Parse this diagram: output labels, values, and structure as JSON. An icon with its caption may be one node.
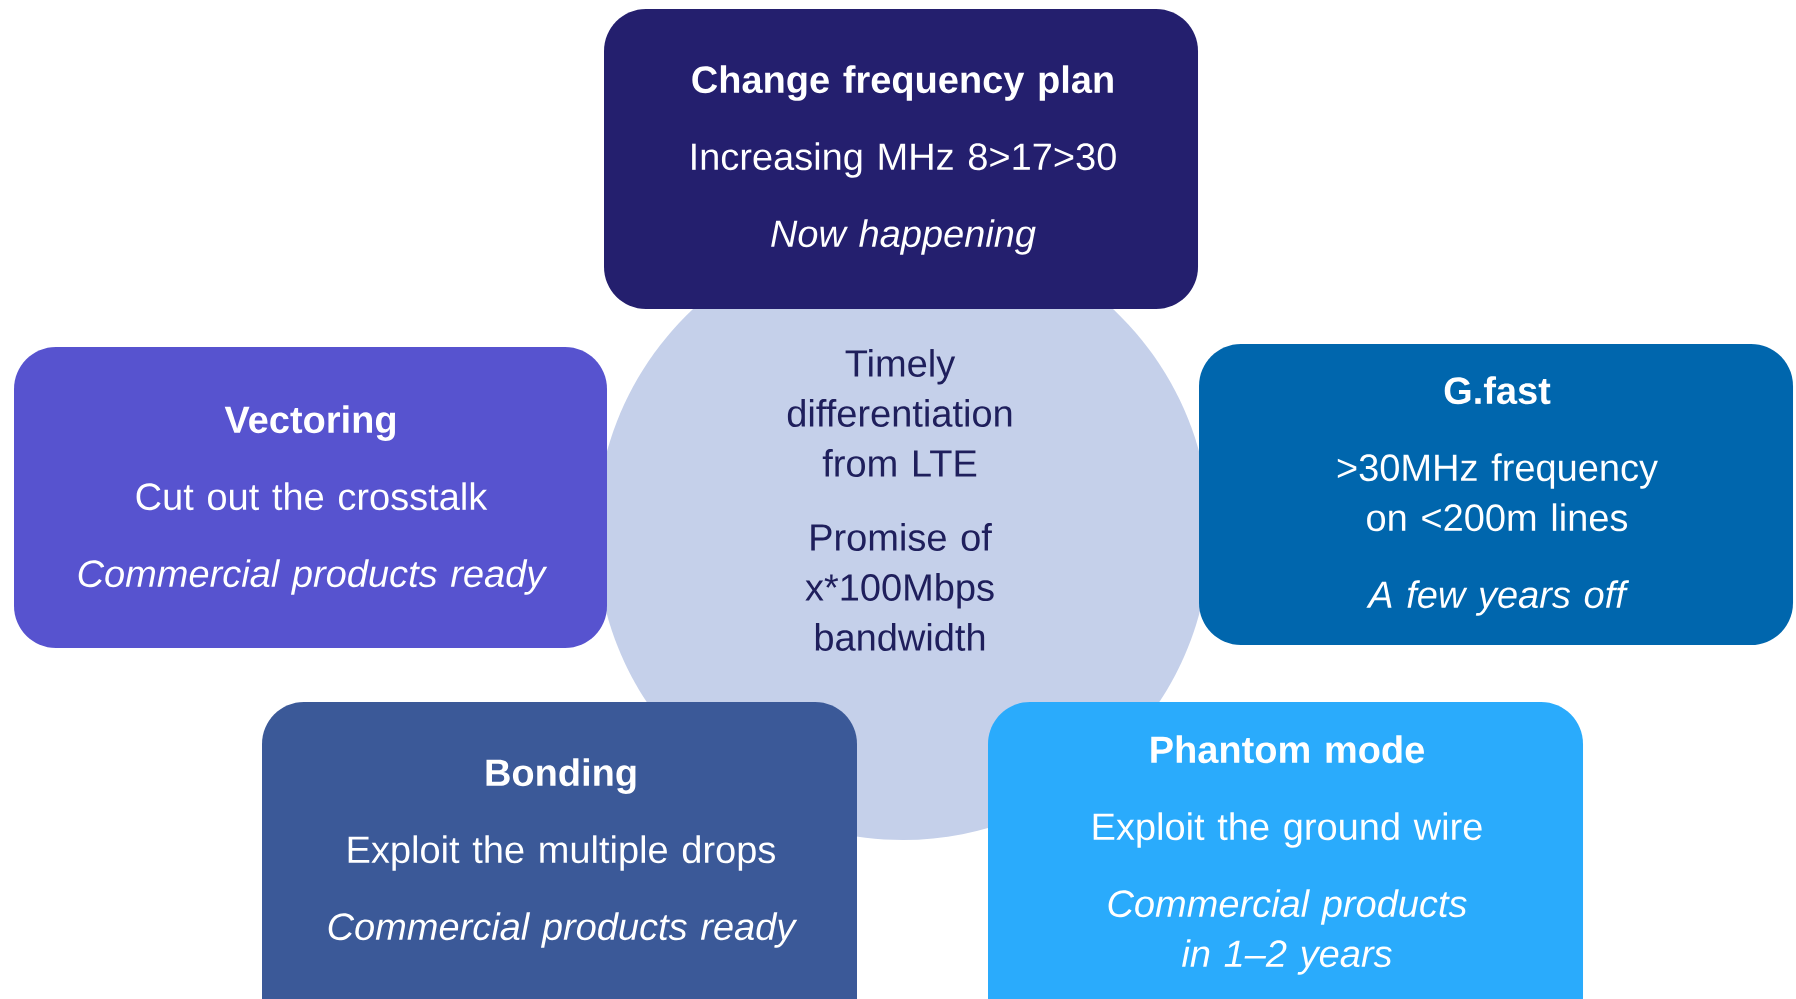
{
  "diagram": {
    "nodes": [
      {
        "text": [
          "Change frequency plan",
          "Increasing MHz 8>17>30",
          "Now happening"
        ]
      },
      {
        "text": [
          "Vectoring",
          "Cut out the crosstalk",
          "Commercial products ready"
        ]
      },
      {
        "text": [
          "Timely differentiation from LTE",
          "Promise of x*100Mbps bandwidth"
        ]
      },
      {
        "text": [
          "G.fast",
          ">30MHz frequency on <200m lines",
          "A few years off"
        ]
      },
      {
        "text": [
          "Bonding",
          "Exploit the multiple drops",
          "Commercial products ready"
        ]
      },
      {
        "text": [
          "Phantom mode",
          "Exploit the ground wire",
          "Commercial products in 1–2 years"
        ]
      }
    ]
  }
}
